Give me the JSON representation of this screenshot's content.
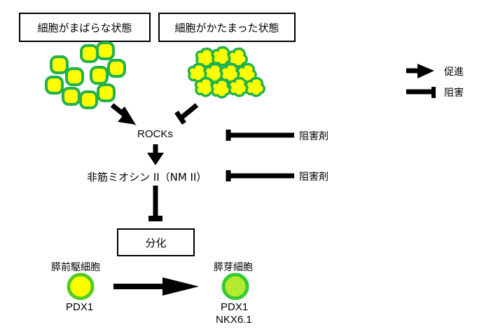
{
  "states": {
    "sparse": "細胞がまばらな状態",
    "compact": "細胞がかたまった状態"
  },
  "pathway": {
    "rocks": "ROCKs",
    "nm2": "非筋ミオシン II（NM II）",
    "differentiation": "分化",
    "inhibitor_1": "阻害剤",
    "inhibitor_2": "阻害剤"
  },
  "legend": {
    "promote": "促進",
    "inhibit": "阻害"
  },
  "cells": {
    "progenitor": {
      "name": "膵前駆細胞",
      "markers": [
        "PDX1"
      ]
    },
    "bud": {
      "name": "膵芽細胞",
      "markers": [
        "PDX1",
        "NKX6.1"
      ]
    }
  },
  "colors": {
    "cell_fill": "#ffff00",
    "cell_border": "#22b24c",
    "bud_fill": "#aaee22",
    "bud_border": "#33cc33",
    "arrow": "#000000"
  }
}
